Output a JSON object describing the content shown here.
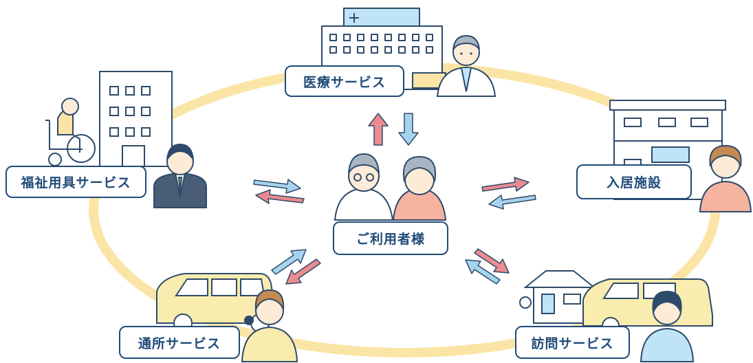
{
  "center": {
    "label": "ご利用者様"
  },
  "services": {
    "medical": "医療サービス",
    "welfare_equipment": "福祉用具サービス",
    "residential": "入居施設",
    "day_service": "通所サービス",
    "home_visit": "訪問サービス"
  },
  "colors": {
    "ring": "#fbe5a6",
    "label_border": "#1f4a78",
    "arrow_up": "#e98b8f",
    "arrow_down": "#a6d4ee",
    "line": "#2d4a6a"
  }
}
